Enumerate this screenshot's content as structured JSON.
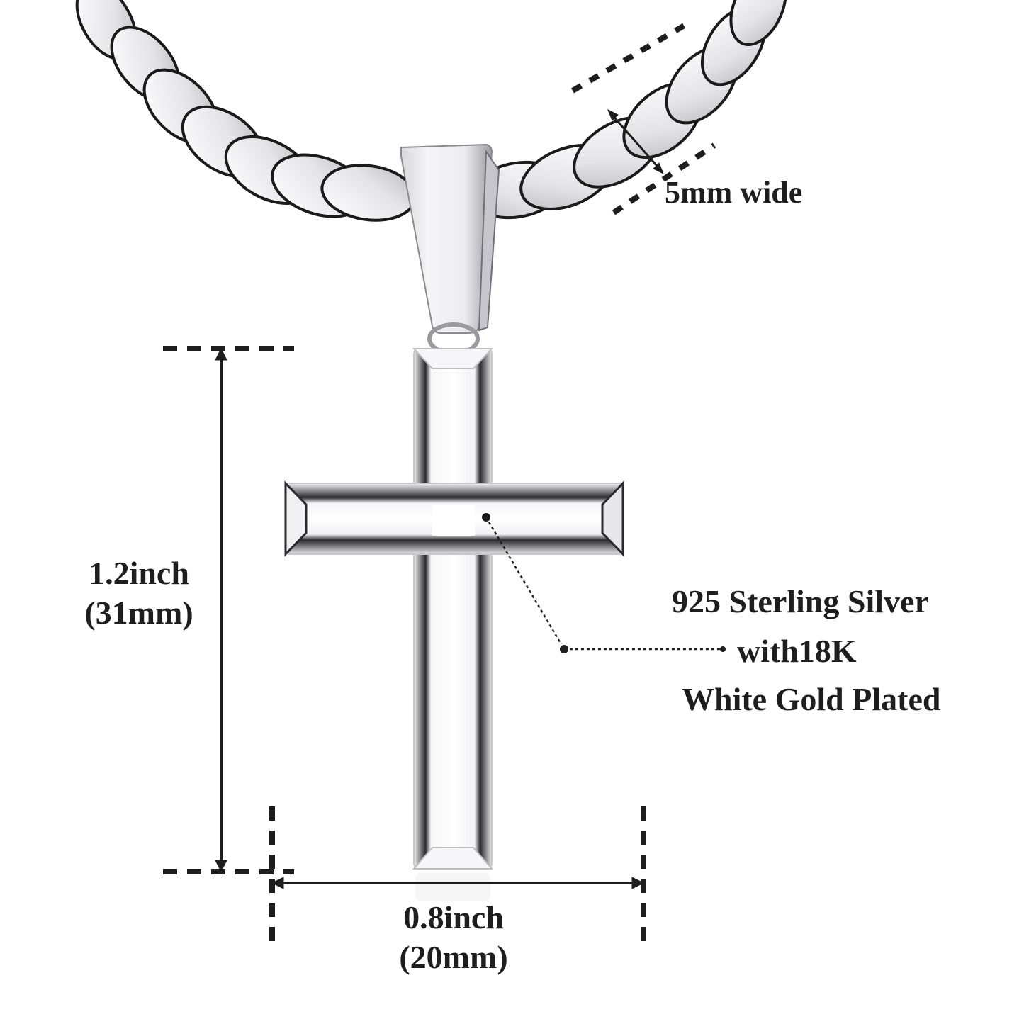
{
  "image": {
    "subject": "cross-pendant-necklace",
    "background_color": "#ffffff",
    "metal_color": "#e6e7ea",
    "annotation_color": "#1e1e1e"
  },
  "annotations": {
    "chain_width": {
      "text": "5mm wide"
    },
    "height": {
      "inch": "1.2inch",
      "mm": "(31mm)"
    },
    "width": {
      "inch": "0.8inch",
      "mm": "(20mm)"
    },
    "material": {
      "line1": "925 Sterling Silver",
      "line2": "with18K",
      "line3": "White Gold Plated"
    }
  }
}
